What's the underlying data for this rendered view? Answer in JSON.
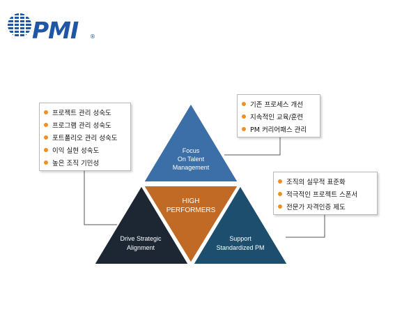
{
  "logo": {
    "text": "PMI",
    "reg": "®"
  },
  "boxes": {
    "left": [
      "프로젝트 관리 성숙도",
      "프로그램 관리 성숙도",
      "포트폴리오 관리 성숙도",
      "이익 실현 성숙도",
      "높은 조직 기민성"
    ],
    "top_right": [
      "기존 프로세스 개선",
      "지속적인 교육/훈련",
      "PM 커리어패스 관리"
    ],
    "right": [
      "조직의 실무적 표준화",
      "적극적인 프로젝트 스폰서",
      "전문가 자격인증 제도"
    ]
  },
  "triangles": {
    "top": {
      "line1": "Focus",
      "line2": "On Talent",
      "line3": "Management",
      "color": "#3c6fa7"
    },
    "left": {
      "line1": "Drive Strategic",
      "line2": "Alignment",
      "color": "#1c2733"
    },
    "right": {
      "line1": "Support",
      "line2": "Standardized PM",
      "color": "#1d4e6e"
    },
    "center": {
      "line1": "HIGH",
      "line2": "PERFORMERS",
      "color": "#c06a25"
    }
  },
  "colors": {
    "bullet": "#f09022",
    "connector": "#555555",
    "logo": "#1f56a6"
  }
}
